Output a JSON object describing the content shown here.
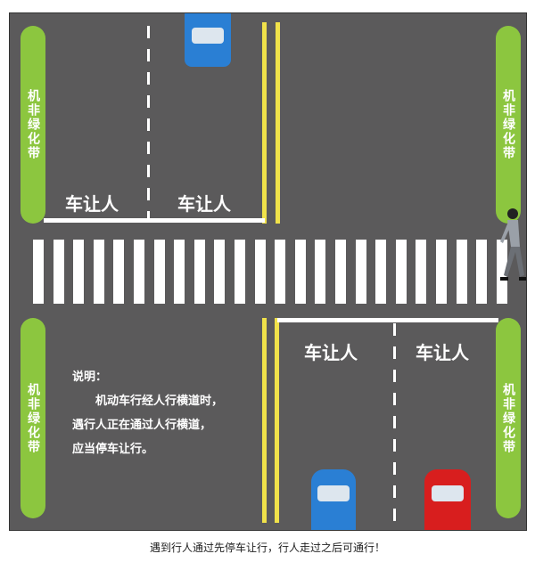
{
  "green_belt_label": "机非绿化带",
  "yield_label": "车让人",
  "note": {
    "title": "说明：",
    "line1": "机动车行经人行横道时，",
    "line2": "遇行人正在通过人行横道，",
    "line3": "应当停车让行。"
  },
  "caption": "遇到行人通过先停车让行，行人走过之后可通行！",
  "colors": {
    "road": "#5b5a5b",
    "green": "#8cc63f",
    "yellow": "#f1e24a",
    "blue_car": "#2a7fd4",
    "red_car": "#d81e1e"
  }
}
